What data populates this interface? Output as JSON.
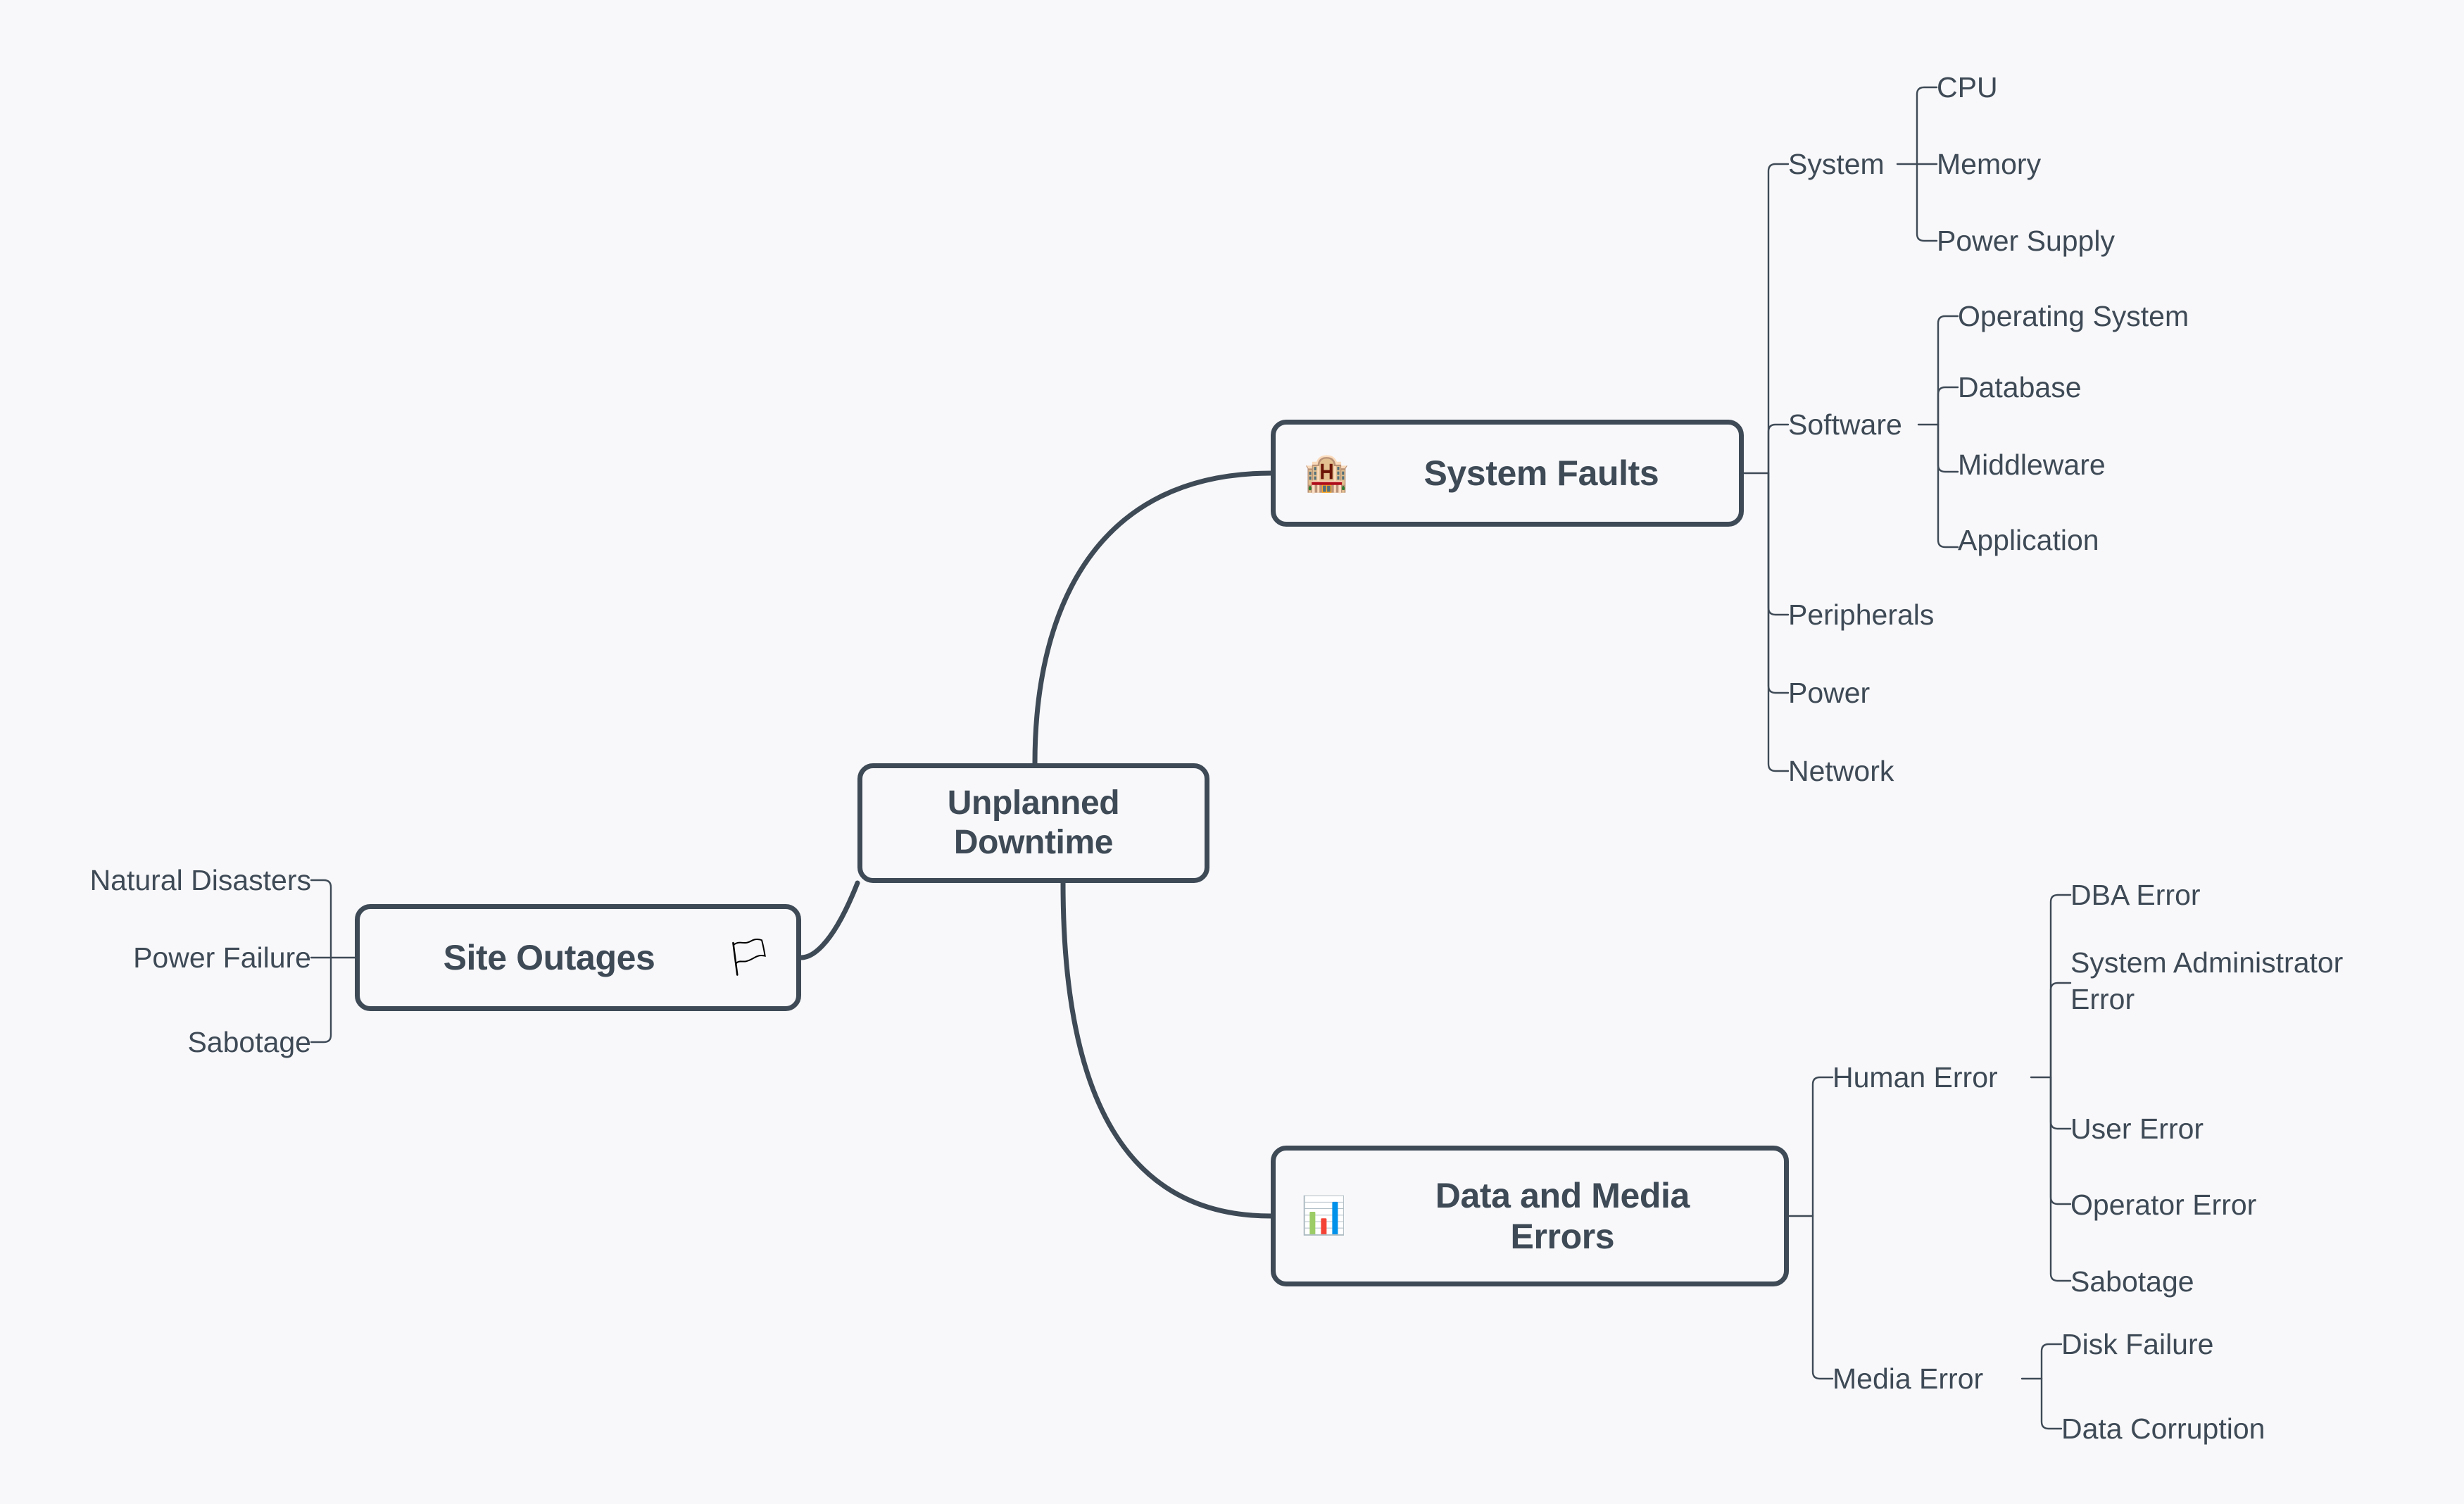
{
  "diagram": {
    "type": "mind-map",
    "background_color": "#f8f8fa",
    "line_color": "#3e4a56",
    "text_color": "#3e4a56",
    "root": {
      "label": "Unplanned\nDowntime"
    },
    "branches": [
      {
        "id": "system-faults",
        "label": "System Faults",
        "icon": "hotel-building-icon",
        "icon_glyph": "🏨",
        "side": "right",
        "children": [
          {
            "label": "System",
            "children": [
              {
                "label": "CPU"
              },
              {
                "label": "Memory"
              },
              {
                "label": "Power Supply"
              }
            ]
          },
          {
            "label": "Software",
            "children": [
              {
                "label": "Operating System"
              },
              {
                "label": "Database"
              },
              {
                "label": "Middleware"
              },
              {
                "label": "Application"
              }
            ]
          },
          {
            "label": "Peripherals",
            "children": []
          },
          {
            "label": "Power",
            "children": []
          },
          {
            "label": "Network",
            "children": []
          }
        ]
      },
      {
        "id": "site-outages",
        "label": "Site Outages",
        "icon": "waving-flag-icon",
        "icon_glyph": "🏳",
        "side": "left",
        "children": [
          {
            "label": "Natural Disasters",
            "children": []
          },
          {
            "label": "Power Failure",
            "children": []
          },
          {
            "label": "Sabotage",
            "children": []
          }
        ]
      },
      {
        "id": "data-media-errors",
        "label": "Data and Media\nErrors",
        "icon": "bar-chart-increasing-icon",
        "icon_glyph": "📊",
        "side": "right",
        "children": [
          {
            "label": "Human Error",
            "children": [
              {
                "label": "DBA Error"
              },
              {
                "label": "System Administrator Error"
              },
              {
                "label": "User Error"
              },
              {
                "label": "Operator Error"
              },
              {
                "label": "Sabotage"
              }
            ]
          },
          {
            "label": "Media Error",
            "children": [
              {
                "label": "Disk Failure"
              },
              {
                "label": "Data Corruption"
              }
            ]
          }
        ]
      }
    ]
  }
}
